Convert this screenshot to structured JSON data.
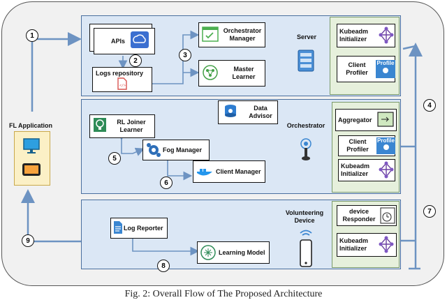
{
  "diagram": {
    "left": {
      "title": "FL Application"
    },
    "tiers": {
      "server": {
        "label": "Server",
        "apis": "APIs",
        "logs_repository": "Logs repository",
        "orchestrator_manager": "Orchestrator Manager",
        "master_learner": "Master Learner",
        "side": {
          "kubeadm_initializer": "Kubeadm Initializer",
          "client_profiler": "Client Profiler",
          "profile_badge": "Profile"
        }
      },
      "orchestrator": {
        "label": "Orchestrator",
        "data_advisor": "Data Advisor",
        "rl_joiner_learner": "RL Joiner Learner",
        "fog_manager": "Fog Manager",
        "client_manager": "Client Manager",
        "side": {
          "aggregator": "Aggregator",
          "client_profiler": "Client Profiler",
          "profile_badge": "Profile",
          "kubeadm_initializer": "Kubeadm Initializer"
        }
      },
      "device": {
        "label": "Volunteering Device",
        "log_reporter": "Log Reporter",
        "learning_model": "Learning Model",
        "side": {
          "device_responder": "device Responder",
          "kubeadm_initializer": "Kubeadm Initializer"
        }
      }
    },
    "steps": [
      "1",
      "2",
      "3",
      "4",
      "5",
      "6",
      "7",
      "8",
      "9"
    ],
    "caption": "Fig. 2: Overall Flow of The Proposed Architecture"
  },
  "colors": {
    "tier_fill": "#dbe7f5",
    "side_fill": "#e6f0dc",
    "arrow": "#6d93c2",
    "app_fill": "#fbf0c6"
  }
}
